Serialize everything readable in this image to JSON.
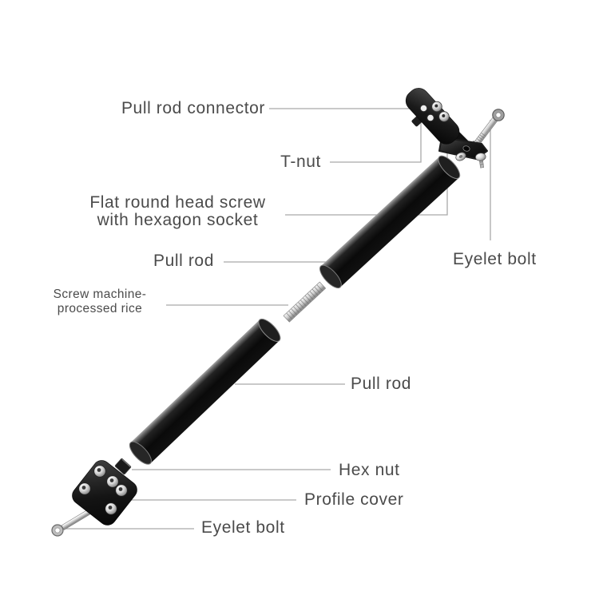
{
  "page": {
    "description": "Exploded parts diagram of a black pull rod assembly on white background"
  },
  "colors": {
    "background": "#ffffff",
    "label_text": "#4b4b4b",
    "leader_line": "#a9a9a9",
    "rod_black": "#0f0f0f",
    "metal_gray": "#c9c9c9"
  },
  "labels": {
    "pull_rod_connector": "Pull rod connector",
    "t_nut": "T-nut",
    "flat_round_head_screw_line1": "Flat round head screw",
    "flat_round_head_screw_line2": "with hexagon socket",
    "pull_rod_upper": "Pull rod",
    "screw_machine_line1": "Screw machine-",
    "screw_machine_line2": "processed rice",
    "eyelet_bolt_right": "Eyelet bolt",
    "pull_rod_lower": "Pull rod",
    "hex_nut": "Hex nut",
    "profile_cover": "Profile cover",
    "eyelet_bolt_bottom": "Eyelet bolt"
  }
}
